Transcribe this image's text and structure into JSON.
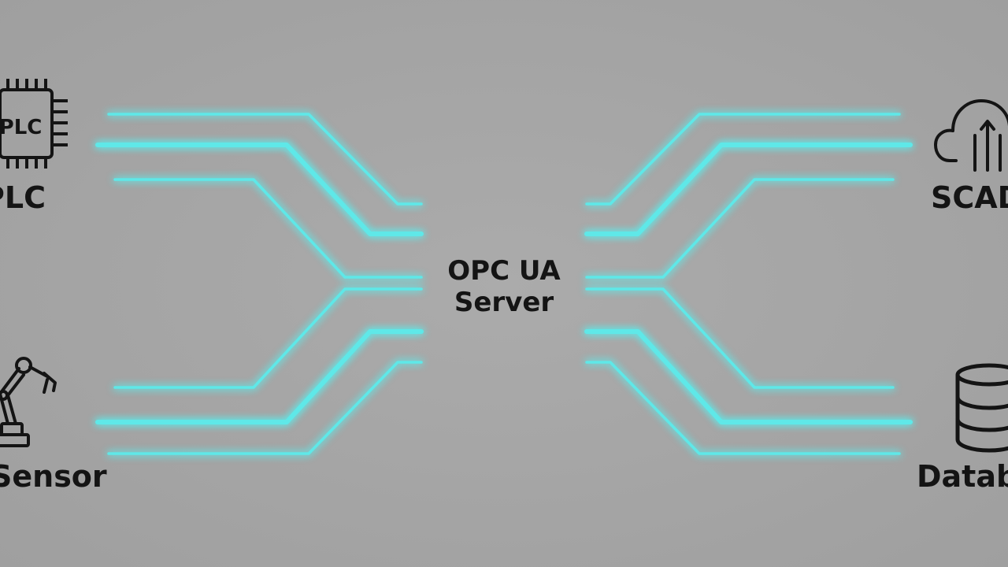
{
  "center": {
    "line1": "OPC UA",
    "line2": "Server"
  },
  "nodes": {
    "plc": {
      "label": "PLC",
      "chip_text": "PLC",
      "icon": "microchip-icon"
    },
    "sensor": {
      "label": "Sensor",
      "icon": "robot-arm-icon"
    },
    "scada": {
      "label": "SCADA",
      "icon": "cloud-upload-icon"
    },
    "database": {
      "label": "Database",
      "icon": "database-icon"
    }
  },
  "colors": {
    "background": "#a5a5a5",
    "line": "#5ee8e8",
    "line_glow": "#9ffcfc",
    "text": "#141414"
  }
}
